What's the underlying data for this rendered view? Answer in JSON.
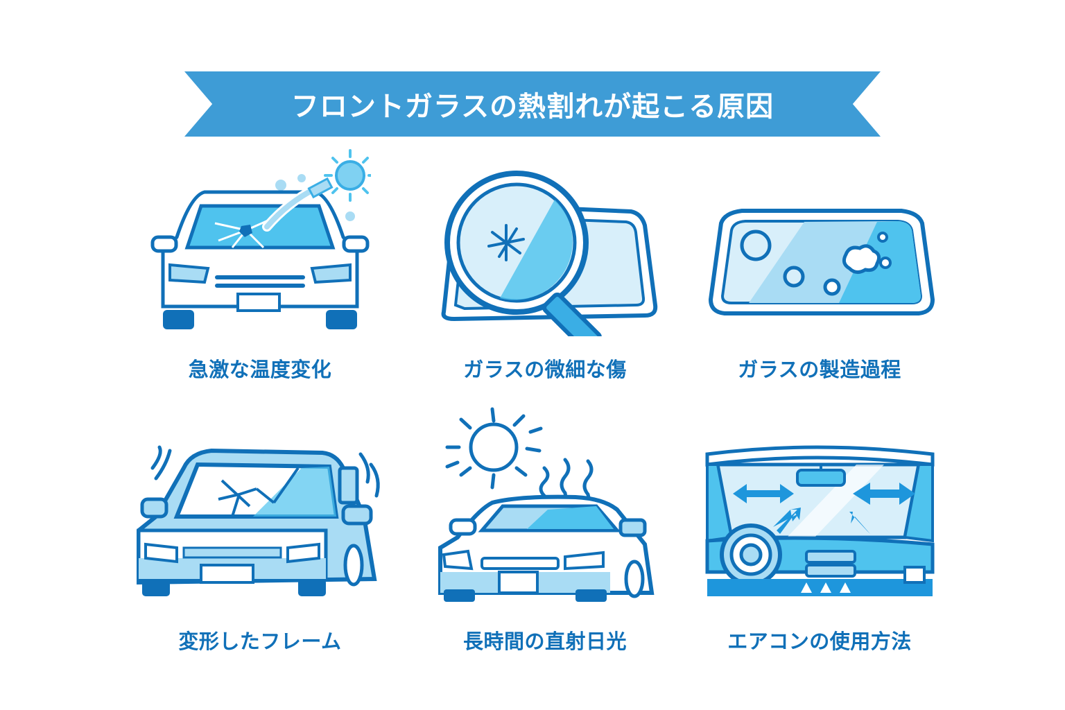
{
  "title": "フロントガラスの熱割れが起こる原因",
  "colors": {
    "banner": "#3e9cd6",
    "banner_text": "#ffffff",
    "label_text": "#1070b8",
    "icon_stroke": "#1070b8",
    "icon_fill_light": "#d8effa",
    "icon_fill_mid": "#a9dcf4",
    "icon_fill_bright": "#4fc3ee"
  },
  "causes": [
    {
      "label": "急激な温度変化",
      "icon": "car-windshield-water-sun-icon"
    },
    {
      "label": "ガラスの微細な傷",
      "icon": "magnifier-glass-crack-icon"
    },
    {
      "label": "ガラスの製造過程",
      "icon": "windshield-bubbles-icon"
    },
    {
      "label": "変形したフレーム",
      "icon": "deformed-car-frame-icon"
    },
    {
      "label": "長時間の直射日光",
      "icon": "car-sun-heat-icon"
    },
    {
      "label": "エアコンの使用方法",
      "icon": "car-interior-aircon-icon"
    }
  ]
}
